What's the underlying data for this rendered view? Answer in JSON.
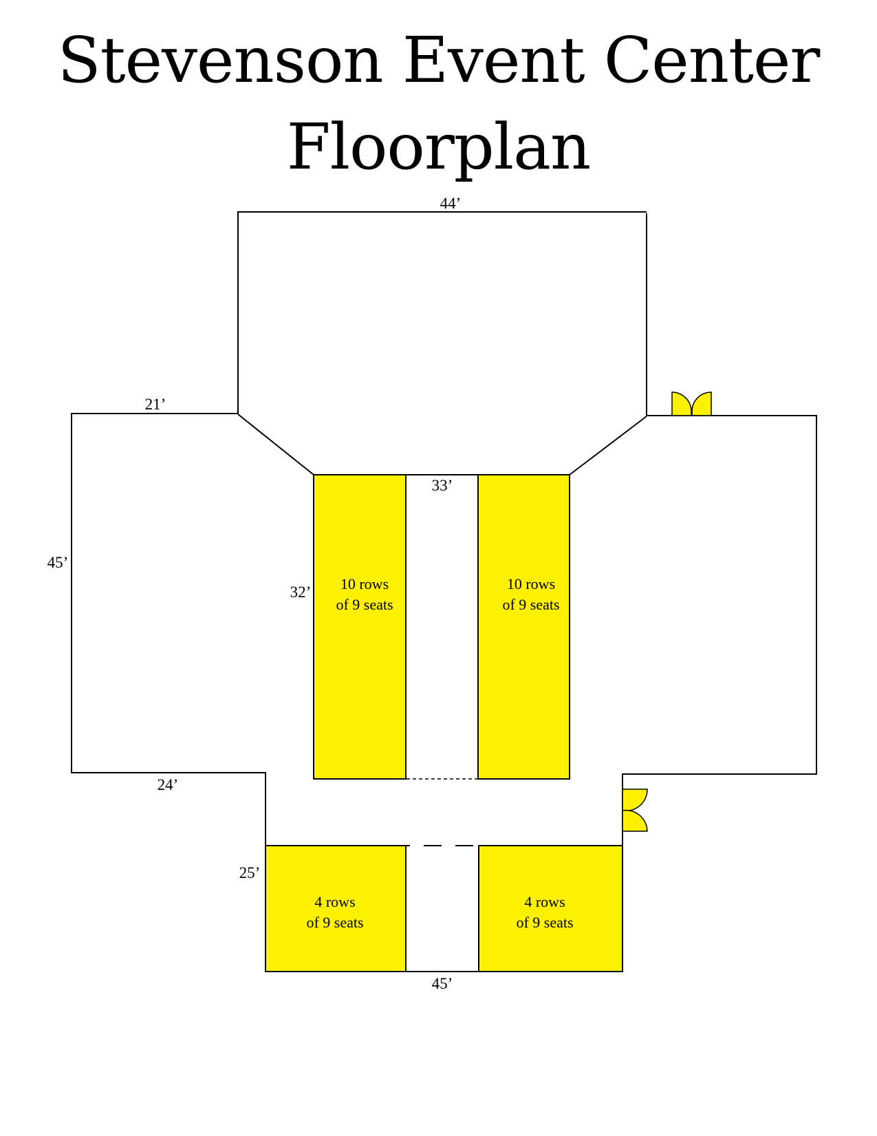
{
  "title": {
    "line1": "Stevenson Event Center",
    "line2": "Floorplan"
  },
  "dimensions": {
    "top_width": "44’",
    "left_wing_top": "21’",
    "left_wing_height": "45’",
    "left_wing_bottom": "24’",
    "center_top": "33’",
    "center_seating_height": "32’",
    "lower_section_height": "25’",
    "bottom_width": "45’"
  },
  "seating": {
    "upper_left": {
      "line1": "10 rows",
      "line2": "of 9 seats"
    },
    "upper_right": {
      "line1": "10 rows",
      "line2": "of 9 seats"
    },
    "lower_left": {
      "line1": "4 rows",
      "line2": "of 9 seats"
    },
    "lower_right": {
      "line1": "4 rows",
      "line2": "of 9 seats"
    }
  },
  "colors": {
    "seating_fill": "#fff200",
    "walls": "#000000"
  }
}
